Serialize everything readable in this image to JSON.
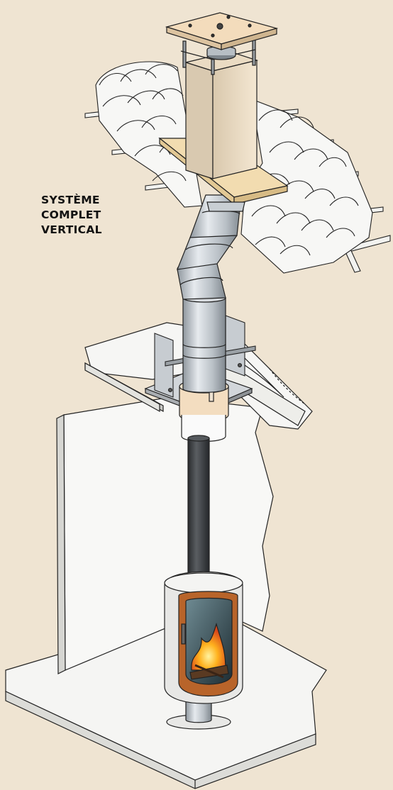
{
  "title": {
    "lines": [
      "SYSTÈME",
      "COMPLET",
      "VERTICAL"
    ]
  },
  "colors": {
    "background": "#efe4d2",
    "outline": "#222222",
    "tile": "#f7f7f7",
    "flashing": "#f0dcae",
    "cap": "#f1d9b8",
    "pipe_steel": "#c9d0d6",
    "pipe_black": "#3a3d40",
    "insulation": "#f6e1c6",
    "stove_copper": "#b8642a",
    "fire": "#f39a1e"
  },
  "icons": [
    "chimney-cap-icon",
    "roof-tiles-icon",
    "support-bracket-icon",
    "wood-stove-icon"
  ]
}
